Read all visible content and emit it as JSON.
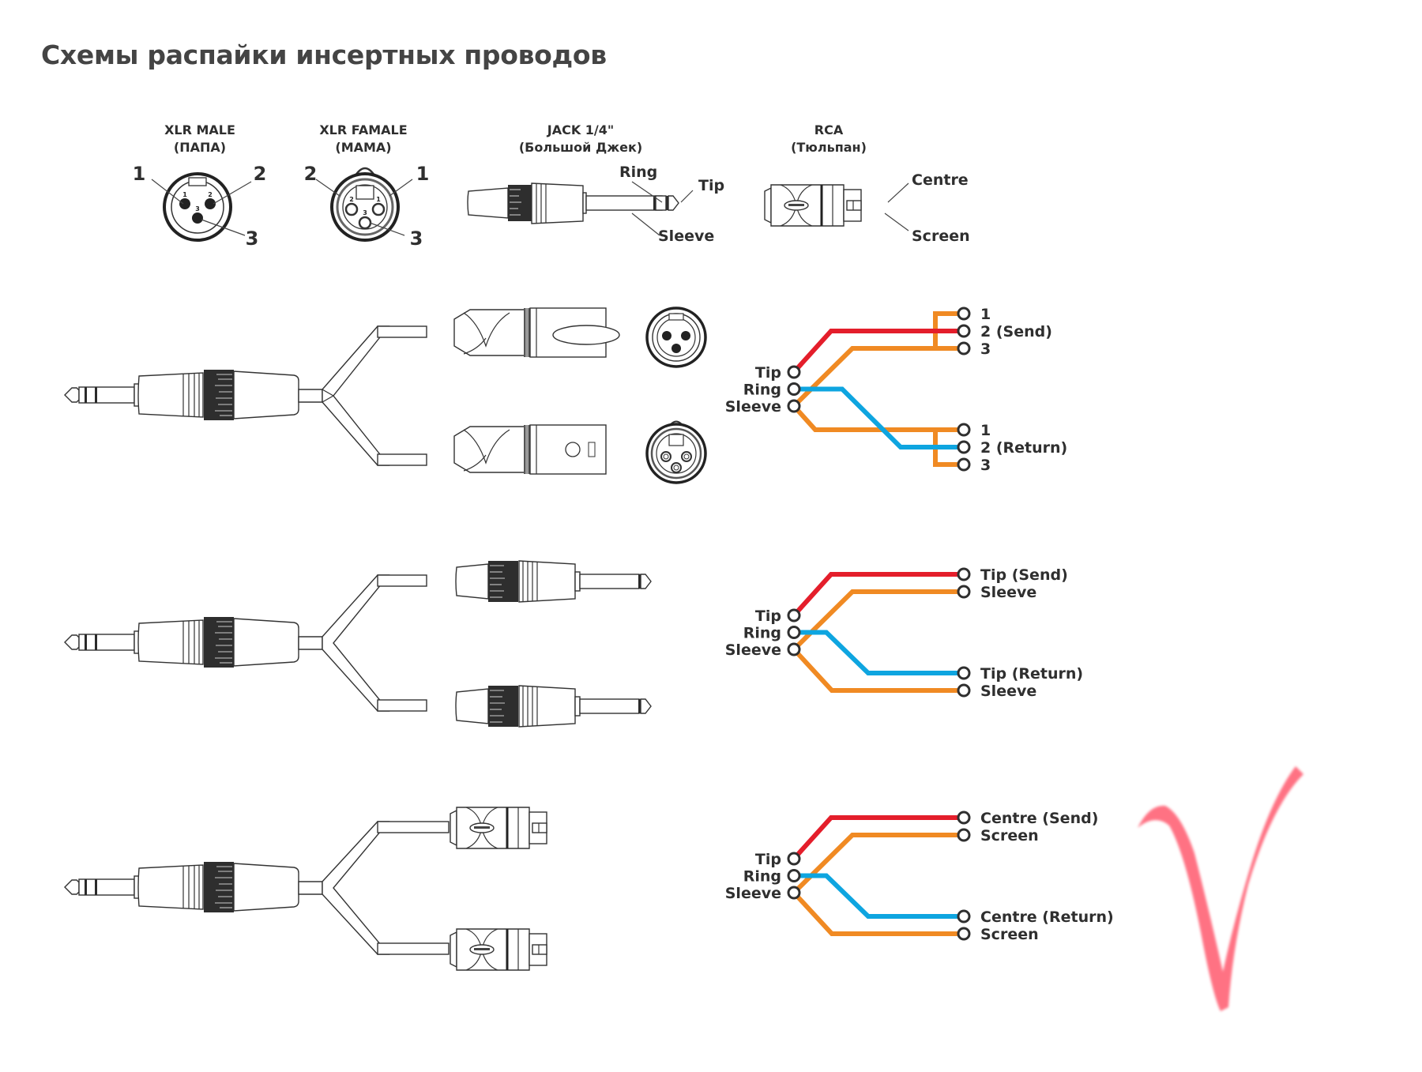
{
  "title": "Схемы распайки инсертных проводов",
  "colors": {
    "send_wire": "#e41e2b",
    "ground_wire": "#f08a23",
    "return_wire": "#0ea5e0",
    "checkmark": "#ff5a6e",
    "text": "#2f2f2f"
  },
  "legend": {
    "xlr_male": {
      "title": "XLR MALE",
      "subtitle": "(ПАПА)",
      "pins": [
        "1",
        "2",
        "3"
      ],
      "small_pins": [
        "1",
        "2",
        "3"
      ]
    },
    "xlr_female": {
      "title": "XLR FAMALE",
      "subtitle": "(МАМА)",
      "pins": [
        "2",
        "1",
        "3"
      ],
      "small_pins": [
        "2",
        "1",
        "3"
      ]
    },
    "jack": {
      "title": "JACK 1/4\"",
      "subtitle": "(Большой Джек)",
      "parts": {
        "ring": "Ring",
        "tip": "Tip",
        "sleeve": "Sleeve"
      }
    },
    "rca": {
      "title": "RCA",
      "subtitle": "(Тюльпан)",
      "parts": {
        "centre": "Centre",
        "screen": "Screen"
      }
    }
  },
  "schemes": [
    {
      "id": "jack-to-xlr",
      "source": [
        "Tip",
        "Ring",
        "Sleeve"
      ],
      "targets": [
        "1",
        "2 (Send)",
        "3",
        "1",
        "2 (Return)",
        "3"
      ]
    },
    {
      "id": "jack-to-jack",
      "source": [
        "Tip",
        "Ring",
        "Sleeve"
      ],
      "targets": [
        "Tip (Send)",
        "Sleeve",
        "Tip (Return)",
        "Sleeve"
      ]
    },
    {
      "id": "jack-to-rca",
      "source": [
        "Tip",
        "Ring",
        "Sleeve"
      ],
      "targets": [
        "Centre (Send)",
        "Screen",
        "Centre (Return)",
        "Screen"
      ]
    }
  ]
}
